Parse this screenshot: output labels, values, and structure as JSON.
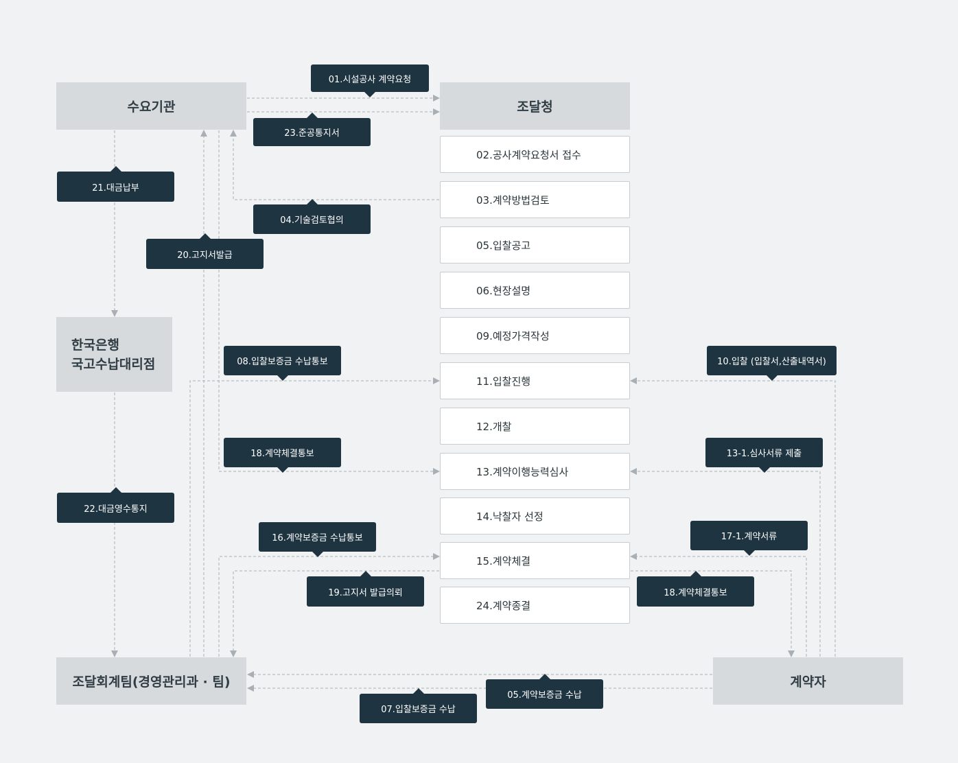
{
  "nodes": {
    "demand_agency": "수요기관",
    "procurement_service": "조달청",
    "bank_line1": "한국은행",
    "bank_line2": "국고수납대리점",
    "accounting_team": "조달회계팀(경영관리과 · 팀)",
    "contractor": "계약자"
  },
  "steps": [
    "02.공사계약요청서 접수",
    "03.계약방법검토",
    "05.입찰공고",
    "06.현장설명",
    "09.예정가격작성",
    "11.입찰진행",
    "12.개찰",
    "13.계약이행능력심사",
    "14.낙찰자 선정",
    "15.계약체결",
    "24.계약종결"
  ],
  "labels": {
    "l01": "01.시설공사 계약요청",
    "l23": "23.준공통지서",
    "l21": "21.대금납부",
    "l04": "04.기술검토협의",
    "l20": "20.고지서발급",
    "l08": "08.입찰보증금 수납통보",
    "l10": "10.입찰 (입찰서,산출내역서)",
    "l18a": "18.계약체결통보",
    "l13_1": "13-1.심사서류 제출",
    "l22": "22.대금영수통지",
    "l16": "16.계약보증금 수납통보",
    "l17_1": "17-1.계약서류",
    "l19": "19.고지서 발급의뢰",
    "l18b": "18.계약체결통보",
    "l05": "05.계약보증금 수납",
    "l07": "07.입찰보증금 수납"
  },
  "colors": {
    "background": "#f1f2f4",
    "node_fill": "#d6dadd",
    "tag_fill": "#1f3441",
    "connector": "#a9b0b5"
  }
}
